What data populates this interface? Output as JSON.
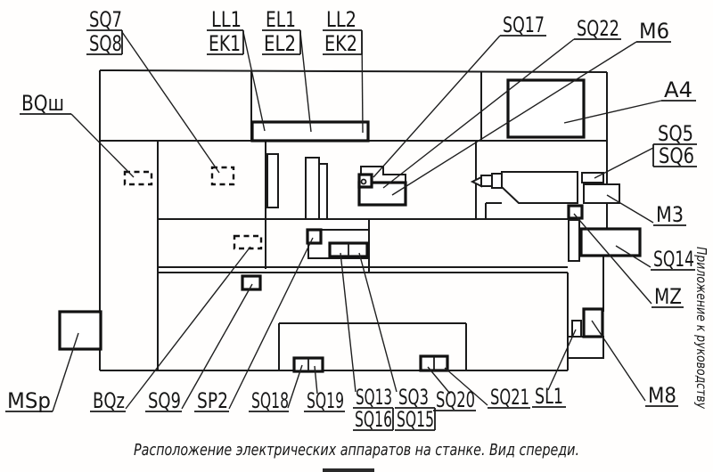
{
  "caption": "Расположение  электрических  аппаратов  на  станке.  Вид  спереди.",
  "side_note": "Приложение к руководству",
  "colors": {
    "ink": "#1a1a1a",
    "paper": "#ffffff"
  },
  "labels": {
    "sq7": "SQ7",
    "sq8": "SQ8",
    "bqsh": "BQш",
    "ll1": "LL1",
    "ek1": "EK1",
    "el1": "EL1",
    "el2": "EL2",
    "ll2": "LL2",
    "ek2": "EK2",
    "sq17": "SQ17",
    "sq22": "SQ22",
    "m6": "M6",
    "a4": "A4",
    "sq5": "SQ5",
    "sq6": "SQ6",
    "m3": "M3",
    "sq14": "SQ14",
    "mz": "MZ",
    "m8": "M8",
    "msp": "MSp",
    "bqz": "BQz",
    "sq9": "SQ9",
    "sp2": "SP2",
    "sq18": "SQ18",
    "sq19": "SQ19",
    "sq13": "SQ13",
    "sq16": "SQ16",
    "sq3": "SQ3",
    "sq15": "SQ15",
    "sq20": "SQ20",
    "sq21": "SQ21",
    "sl1": "SL1"
  }
}
